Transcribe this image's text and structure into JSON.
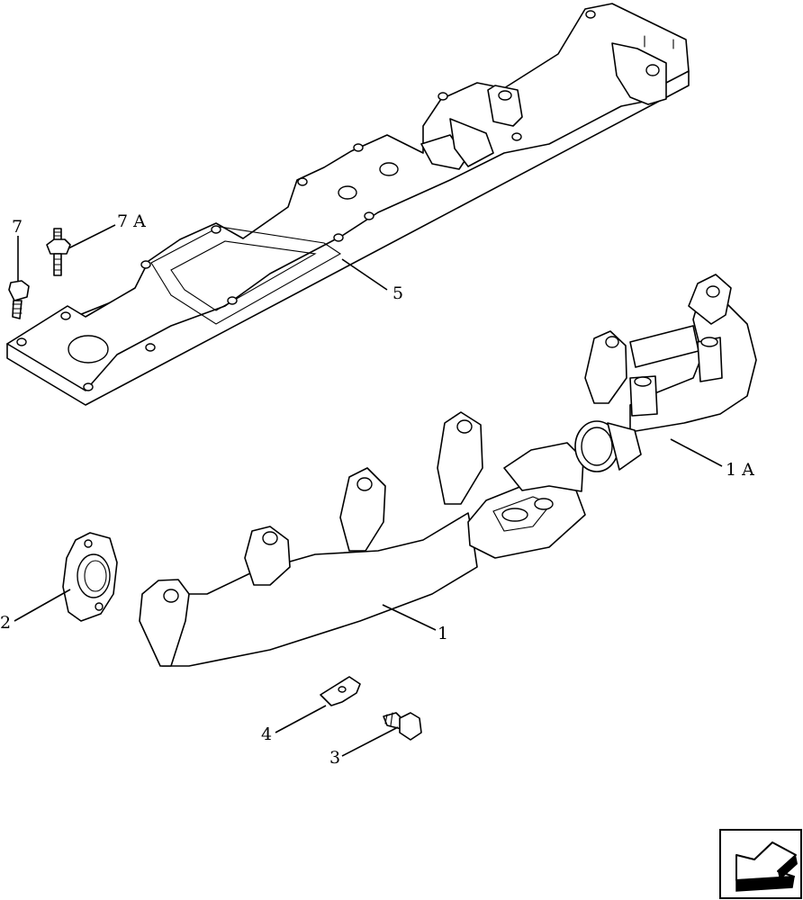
{
  "callouts": {
    "c1": "1",
    "c1a": "1 A",
    "c2": "2",
    "c3": "3",
    "c4": "4",
    "c5": "5",
    "c7": "7",
    "c7a": "7 A"
  },
  "colors": {
    "line": "#000000",
    "background": "#ffffff"
  },
  "icons": {
    "nav": "next-page-arrow-icon"
  }
}
